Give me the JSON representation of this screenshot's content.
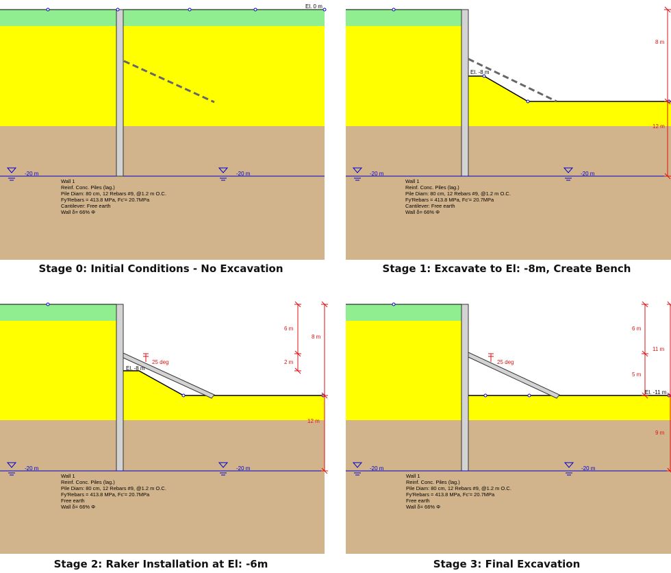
{
  "colors": {
    "topsoil": "#90ee90",
    "clay": "#ffff00",
    "sand": "#d2b48c",
    "wall": "#d3d3d3",
    "water": "#0000cd",
    "dim": "#dd1111"
  },
  "stages": [
    {
      "caption": "Stage 0: Initial Conditions - No Excavation",
      "el_label": "El. 0 m",
      "water_left": "-20 m",
      "water_right": "-20 m",
      "wall_info": [
        "Wall 1",
        "Reinf. Conc. Piles (lag.)",
        "Pile Diam: 80 cm, 12 Rebars #9, @1.2 m O.C.",
        "Fy'Rebars = 413.8 MPa, Fc'= 20.7MPa",
        "Cantilever:  Free earth",
        "Wall δ= 66% Φ"
      ]
    },
    {
      "caption": "Stage 1: Excavate to El: -8m, Create Bench",
      "el_label": "El. -8 m",
      "water_left": "-20 m",
      "water_right": "-20 m",
      "dims": {
        "top": "8 m",
        "bottom": "12 m"
      },
      "wall_info": [
        "Wall 1",
        "Reinf. Conc. Piles (lag.)",
        "Pile Diam: 80 cm, 12 Rebars #9, @1.2 m O.C.",
        "Fy'Rebars = 413.8 MPa, Fc'= 20.7MPa",
        "Cantilever:  Free earth",
        "Wall δ= 66% Φ"
      ]
    },
    {
      "caption": "Stage 2: Raker Installation at El: -6m",
      "el_label": "El. -8 m",
      "water_left": "-20 m",
      "water_right": "-20 m",
      "angle": "25 deg",
      "dims": {
        "upper": "6 m",
        "lower": "2 m",
        "total": "8 m",
        "bottom": "12 m"
      },
      "wall_info": [
        "Wall 1",
        "Reinf. Conc. Piles (lag.)",
        "Pile Diam: 80 cm, 12 Rebars #9, @1.2 m O.C.",
        "Fy'Rebars = 413.8 MPa, Fc'= 20.7MPa",
        "Free earth",
        "Wall δ= 66% Φ"
      ]
    },
    {
      "caption": "Stage 3: Final Excavation",
      "el_label": "El. -11 m",
      "water_left": "-20 m",
      "water_right": "-20 m",
      "angle": "25 deg",
      "dims": {
        "upper": "6 m",
        "lower": "5 m",
        "total": "11 m",
        "bottom": "9 m"
      },
      "wall_info": [
        "Wall 1",
        "Reinf. Conc. Piles (lag.)",
        "Pile Diam: 80 cm, 12 Rebars #9, @1.2 m O.C.",
        "Fy'Rebars = 413.8 MPa, Fc'= 20.7MPa",
        "Free earth",
        "Wall δ= 66% Φ"
      ]
    }
  ]
}
